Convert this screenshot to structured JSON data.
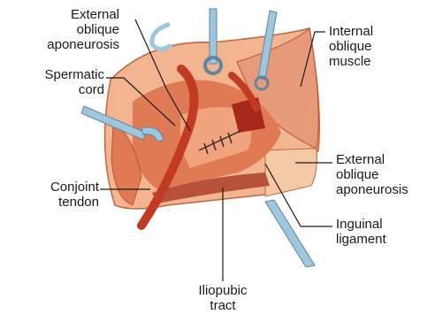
{
  "labels": {
    "external_oblique_top": [
      "External",
      "oblique",
      "aponeurosis"
    ],
    "spermatic_cord": [
      "Spermatic",
      "cord"
    ],
    "conjoint_tendon": [
      "Conjoint",
      "tendon"
    ],
    "internal_oblique": [
      "Internal",
      "oblique",
      "muscle"
    ],
    "external_oblique_right": [
      "External",
      "oblique",
      "aponeurosis"
    ],
    "inguinal_ligament": [
      "Inguinal",
      "ligament"
    ],
    "iliopubic_tract": [
      "Iliopubic",
      "tract"
    ]
  },
  "colors": {
    "tissue_light": "#f2b58f",
    "tissue_mid": "#e07a55",
    "muscle": "#c9452e",
    "cord": "#c23a24",
    "retractor": "#9fc6dc",
    "leader": "#1a1a1a"
  }
}
